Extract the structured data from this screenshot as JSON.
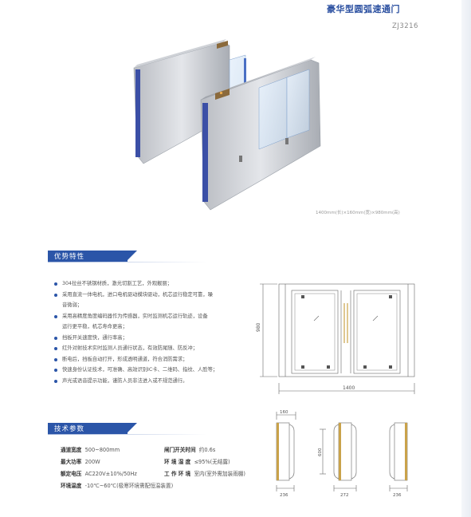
{
  "header": {
    "title": "豪华型圆弧速通门",
    "model": "ZJ3216"
  },
  "product": {
    "dimensions_note": "1400mm(长)×160mm(宽)×980mm(高)"
  },
  "features_section": {
    "heading": "优势特性",
    "items": [
      "304拉丝不锈钢材质，激光切割工艺，外观靓丽；",
      "采用直流一体电机，进口电机驱动模块驱动，机芯运行稳定可靠，噪",
      "音微弱；",
      "采用高精度角度编码器作为传感器，实时监测机芯运行轨迹，设备",
      "运行更平稳，机芯寿命更高；",
      "挡板开关速度快，通行率高；",
      "红外对射技术实时监测人员通行状态，有效防尾随、防反冲；",
      "断电后，挡板自动打开，形成透明通道，符合消防需求；",
      "快速身份认证技术，可准确、高效识别IC卡、二维码、指纹、人脸等；",
      "声光或语音提示功能，谨防人员非法进入或不规范通行。"
    ],
    "bullets": [
      true,
      true,
      false,
      true,
      false,
      true,
      true,
      true,
      true,
      true
    ]
  },
  "specs_section": {
    "heading": "技术参数",
    "rows": [
      {
        "label1": "通道宽度",
        "value1": "500~800mm",
        "label2": "闸门开关时间",
        "value2": "约0.6s"
      },
      {
        "label1": "最大功率",
        "value1": "200W",
        "label2": "环 境 湿 度",
        "value2": "≤95%(无结露)"
      },
      {
        "label1": "额定电压",
        "value1": "AC220V±10%/50Hz",
        "label2": "工 作 环 境",
        "value2": "室内(室外需加装雨棚)"
      },
      {
        "label1": "环境温度",
        "value1": "-10℃~60℃(极寒环境需配恒温装置)",
        "label2": "",
        "value2": ""
      }
    ]
  },
  "drawing_front": {
    "width_label": "1400",
    "height_label": "980"
  },
  "drawing_top": {
    "label_160": "160",
    "label_600": "600",
    "label_236_left": "236",
    "label_272": "272",
    "label_236_right": "236"
  }
}
